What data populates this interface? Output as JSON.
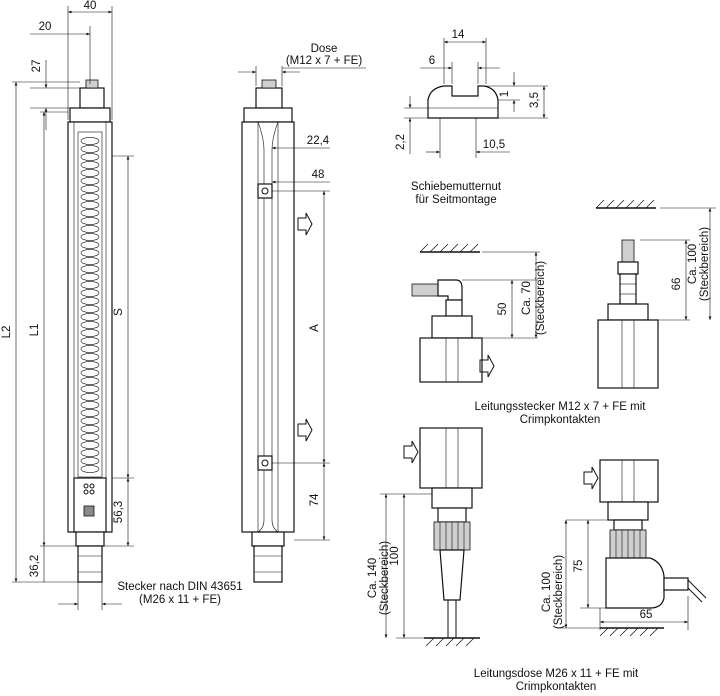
{
  "dims": {
    "left_width": "40",
    "left_offset": "20",
    "top_connector": "27",
    "L2": "L2",
    "L1": "L1",
    "S": "S",
    "bottom_56": "56,3",
    "bottom_36": "36,2",
    "dose_22": "22,4",
    "dose_48": "48",
    "A": "A",
    "dose_74": "74",
    "nut_14": "14",
    "nut_6": "6",
    "nut_1": "1",
    "nut_35": "3,5",
    "nut_22": "2,2",
    "nut_105": "10,5",
    "plug_50": "50",
    "plug_70": "Ca. 70",
    "plug_70_sub": "(Steckbereich)",
    "plug_66": "66",
    "plug_100": "Ca. 100",
    "plug_100_sub": "(Steckbereich)",
    "socket_140": "Ca. 140",
    "socket_140_sub": "(Steckbereich)",
    "socket_100": "100",
    "socket2_100": "Ca. 100",
    "socket2_100_sub": "(Steckbereich)",
    "socket_75": "75",
    "socket_65": "65"
  },
  "labels": {
    "dose_line1": "Dose",
    "dose_line2": "(M12 x 7 + FE)",
    "nut_line1": "Schiebemutternut",
    "nut_line2": "für Seitmontage",
    "stecker_line1": "Stecker nach DIN 43651",
    "stecker_line2": "(M26 x 11 + FE)",
    "leitstecker_line1": "Leitungsstecker M12 x 7 + FE mit",
    "leitstecker_line2": "Crimpkontakten",
    "leitdose_line1": "Leitungsdose M26 x 11 + FE mit",
    "leitdose_line2": "Crimpkontakten"
  }
}
